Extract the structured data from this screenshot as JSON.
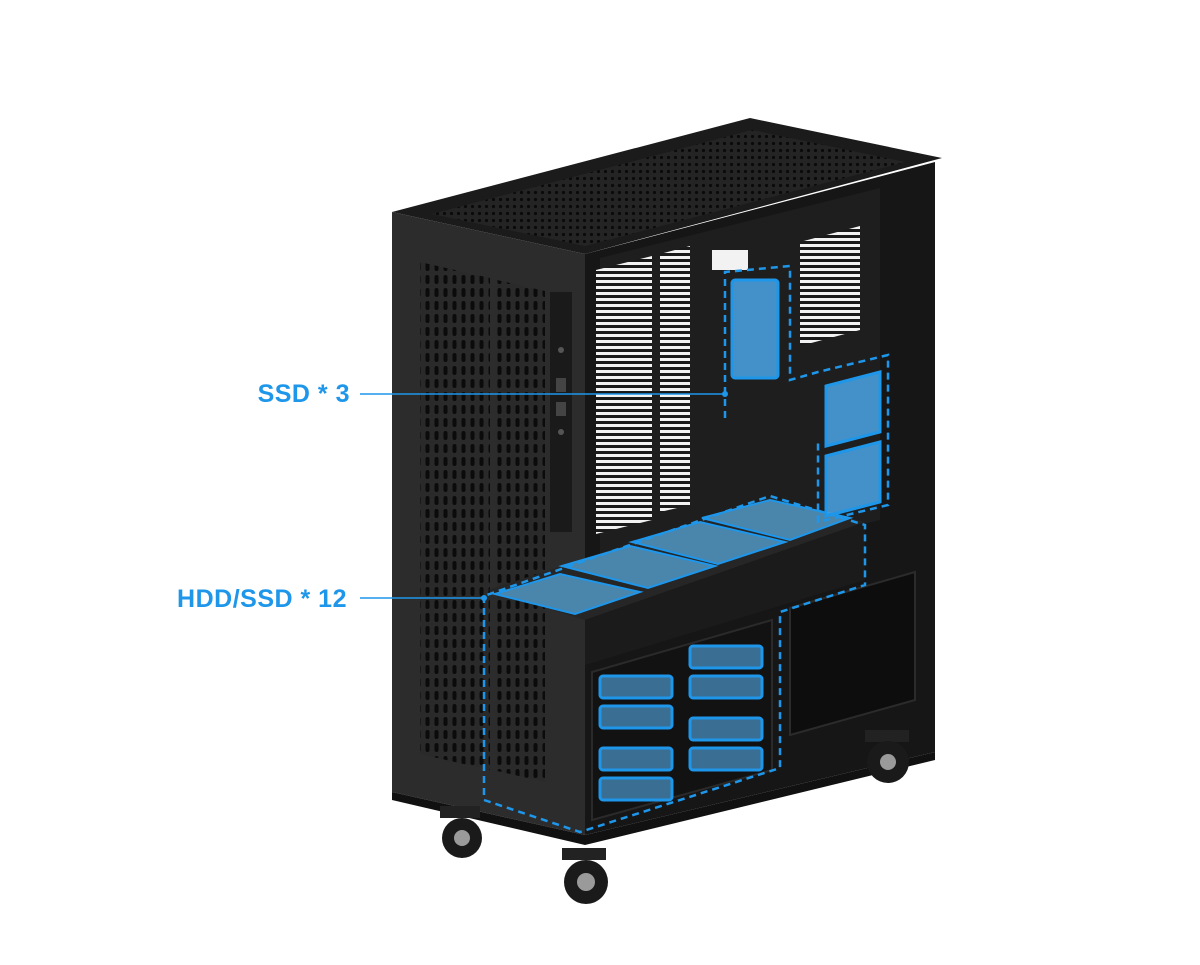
{
  "image": {
    "subject": "pc-case",
    "background_color": "#ffffff",
    "case_color": "#1f1f1f",
    "accent_color": "#1e96ea"
  },
  "callouts": {
    "ssd": {
      "label": "SSD * 3",
      "count": 3
    },
    "hdd_ssd": {
      "label": "HDD/SSD * 12",
      "count": 12
    }
  }
}
